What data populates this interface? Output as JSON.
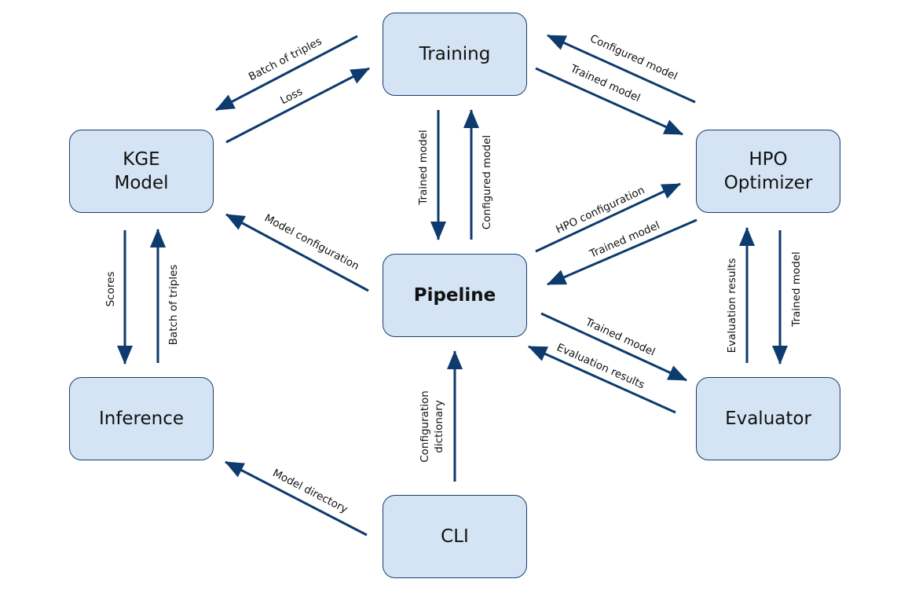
{
  "colors": {
    "node_fill": "#d4e4f4",
    "node_border": "#1a3d6b",
    "arrow": "#0d3b6e",
    "text": "#111111"
  },
  "nodes": {
    "training": "Training",
    "kge_model": "KGE\nModel",
    "hpo_optimizer": "HPO\nOptimizer",
    "pipeline": "Pipeline",
    "inference": "Inference",
    "evaluator": "Evaluator",
    "cli": "CLI"
  },
  "edges": {
    "batch_of_triples_top": "Batch of triples",
    "loss": "Loss",
    "configured_model_top": "Configured model",
    "trained_model_top": "Trained model",
    "trained_model_vertical": "Trained model",
    "configured_model_vertical": "Configured model",
    "model_configuration": "Model configuration",
    "hpo_configuration": "HPO configuration",
    "trained_model_hpo_pipeline": "Trained model",
    "scores": "Scores",
    "batch_of_triples_left": "Batch of triples",
    "evaluation_results_right": "Evaluation results",
    "trained_model_right": "Trained model",
    "trained_model_pipeline_eval": "Trained model",
    "evaluation_results_eval_pipeline": "Evaluation results",
    "configuration_dictionary_line1": "Configuration",
    "configuration_dictionary_line2": "dictionary",
    "model_directory": "Model directory"
  }
}
